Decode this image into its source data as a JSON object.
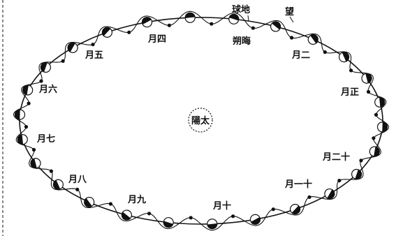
{
  "sun": {
    "label": "陽太"
  },
  "labels": {
    "earth": "球地",
    "full_moon": "望",
    "new_moon": "朔晦",
    "m1": "月正",
    "m2": "月二",
    "m4": "月四",
    "m5": "月五",
    "m6": "月六",
    "m7": "月七",
    "m8": "月八",
    "m9": "月九",
    "m10": "月十",
    "m11": "月一十",
    "m12": "月二十"
  },
  "colors": {
    "ink": "#111111",
    "paper": "#ffffff"
  }
}
